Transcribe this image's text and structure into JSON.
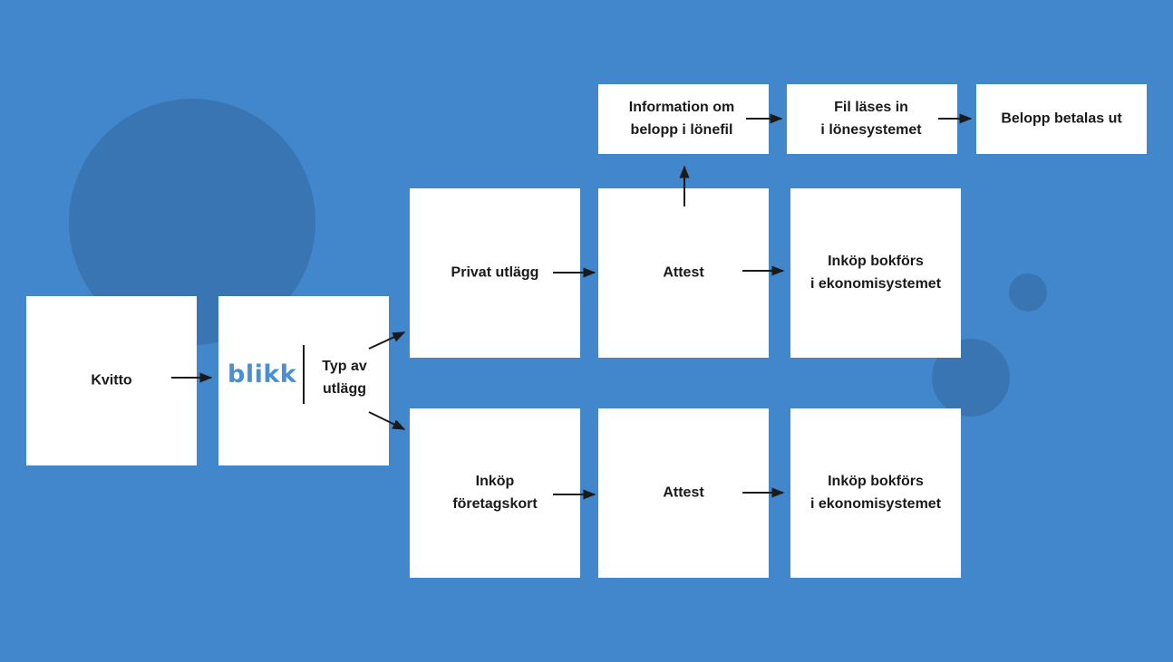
{
  "colors": {
    "background": "#4286CB",
    "decor_circle": "#3A75B3",
    "box": "#FFFFFF",
    "text": "#1A1A1A",
    "brand": "#4A8FD6"
  },
  "diagram": {
    "kvitto": "Kvitto",
    "brand_logo": "blikk",
    "type_of_expense": {
      "line1": "Typ av",
      "line2": "utlägg"
    },
    "private_expense": "Privat utlägg",
    "company_card": {
      "line1": "Inköp",
      "line2": "företagskort"
    },
    "approval_private": "Attest",
    "approval_company": "Attest",
    "booked_private": {
      "line1": "Inköp bokförs",
      "line2": "i ekonomisystemet"
    },
    "booked_company": {
      "line1": "Inköp bokförs",
      "line2": "i ekonomisystemet"
    },
    "payroll_file_info": {
      "line1": "Information om",
      "line2": "belopp i lönefil"
    },
    "file_read": {
      "line1": "Fil läses in",
      "line2": "i lönesystemet"
    },
    "paid_out": "Belopp betalas ut"
  }
}
